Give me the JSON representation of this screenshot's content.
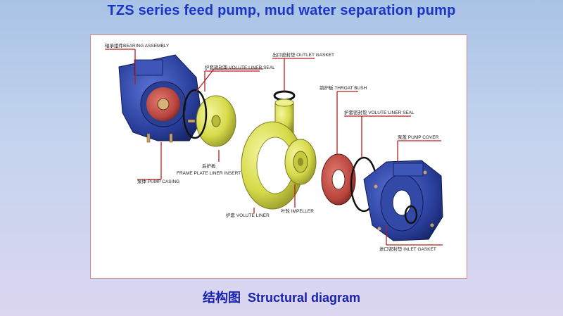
{
  "header": {
    "title": "TZS series feed pump, mud water separation pump"
  },
  "diagram": {
    "labels": {
      "bearing_assembly": "轴承组件BEARING ASSEMBLY",
      "outlet_gasket": "出口密封垫 OUTLET GASKET",
      "volute_liner_seal_1": "护套密封垫 VOLUTE LINER SEAL",
      "throat_bush": "前护板 THROAT BUSH",
      "volute_liner_seal_2": "护套密封垫 VOLUTE LINER SEAL",
      "pump_cover": "泵盖 PUMP COVER",
      "frame_plate_cn": "后护板",
      "frame_plate_en": "FRAME PLATE LINER INSERT",
      "pump_casing": "泵体 PUMP CASING",
      "volute_liner": "护套 VOLUTE LINER",
      "impeller": "叶轮 IMPELLER",
      "inlet_gasket": "进口密封垫 INLET GASKET"
    },
    "colors": {
      "casing_blue": "#2f47a8",
      "liner_yellow": "#d8dc4a",
      "impeller_red": "#b8443c",
      "pointer_red": "#b02020"
    }
  },
  "footer": {
    "caption_cn": "结构图",
    "caption_en": "Structural diagram"
  }
}
